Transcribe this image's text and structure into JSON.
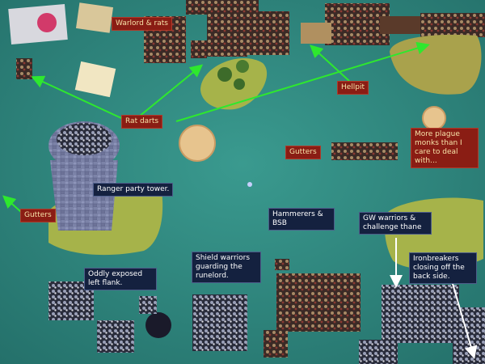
{
  "photo": {
    "labels": {
      "warlord_rats": "Warlord & rats",
      "hellpit": "Hellpit",
      "rat_darts": "Rat darts",
      "more_plague_monks": "More plague monks than I care to deal with...",
      "gutters_center": "Gutters",
      "gutters_left": "Gutters",
      "ranger_party_tower": "Ranger party tower.",
      "hammerers_bsb": "Hammerers & BSB",
      "gw_warriors": "GW warriors & challenge thane",
      "oddly_exposed": "Oddly exposed left flank.",
      "shield_warriors": "Shield warriors guarding the runelord.",
      "ironbreakers": "Ironbreakers closing off the back side."
    },
    "colors": {
      "table": "#2f8a80",
      "red_label": "#8a1d14",
      "red_label_text": "#f6e2a8",
      "navy_label": "#14213f",
      "green_arrow": "#2ee82e",
      "white_arrow": "#ffffff"
    }
  }
}
